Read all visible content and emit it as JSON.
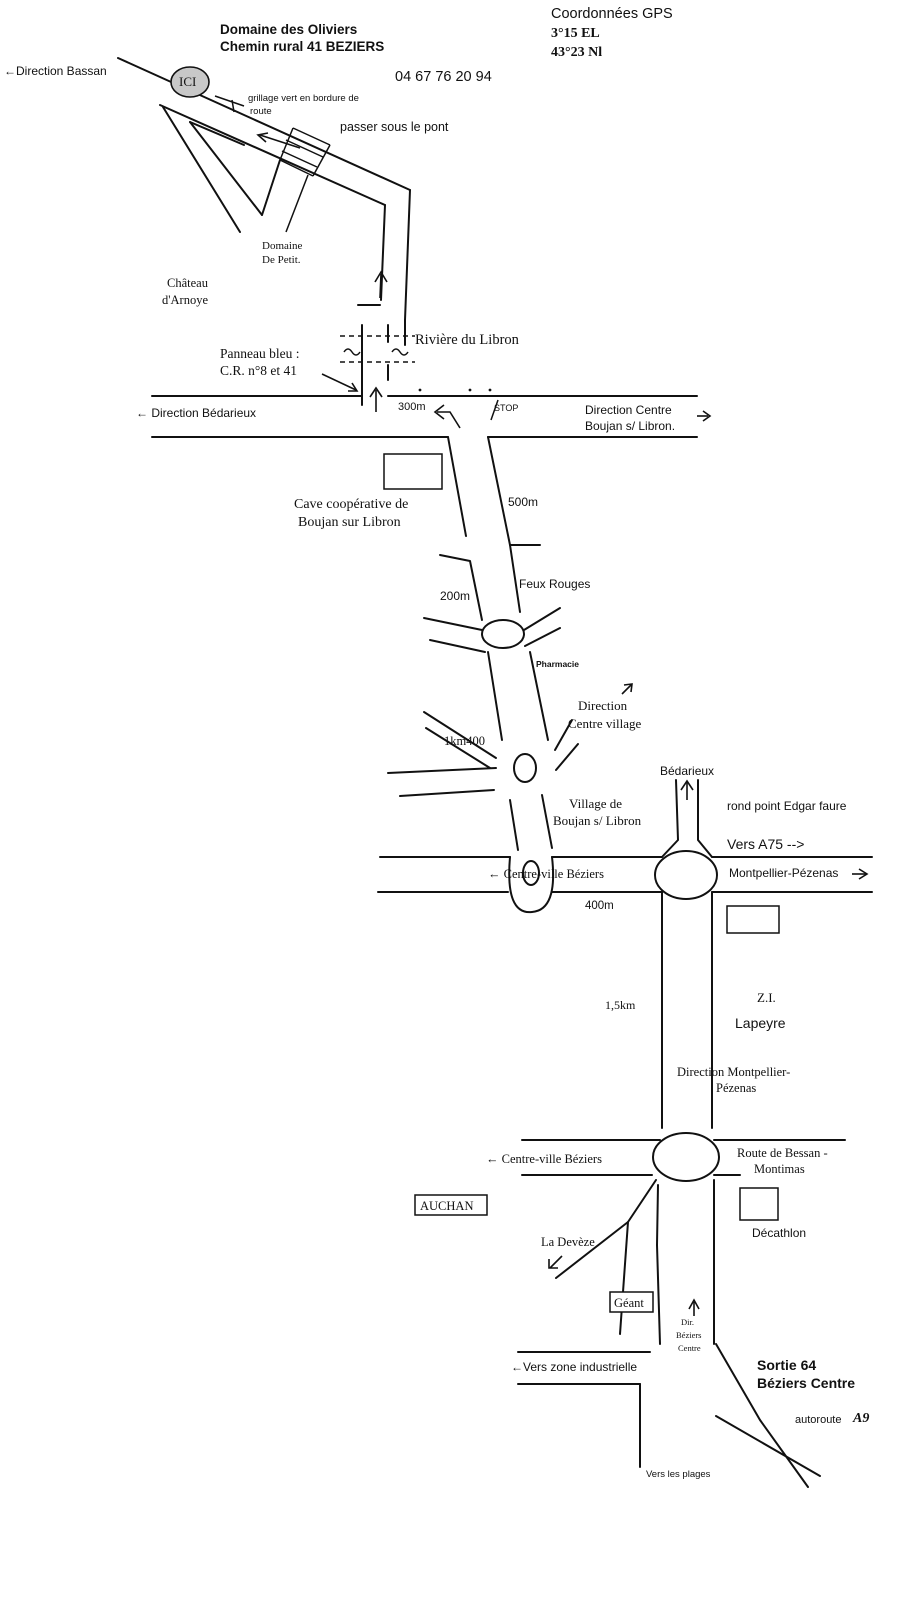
{
  "header": {
    "domain_name": "Domaine des Oliviers",
    "address": "Chemin rural 41 BEZIERS",
    "phone": "04 67 76 20 94",
    "gps_title": "Coordonnées GPS",
    "gps_east": "3°15 EL",
    "gps_north": "43°23 Nl"
  },
  "labels": {
    "direction_bassan": "←Direction Bassan",
    "ici": "ICI",
    "grillage_1": "grillage vert en bordure de",
    "grillage_2": "route",
    "passer_pont": "passer sous le pont",
    "domaine_petit_1": "Domaine",
    "domaine_petit_2": "De Petit.",
    "chateau_1": "Château",
    "chateau_2": "d'Arnoye",
    "riviere": "Rivière du Libron",
    "panneau_1": "Panneau bleu :",
    "panneau_2": "C.R. n°8 et 41",
    "direction_bedarieux": "←  Direction Bédarieux",
    "dist_300m": "300m",
    "stop": "STOP",
    "direction_centre_1": "Direction Centre",
    "direction_centre_2": "Boujan s/ Libron.",
    "cave_1": "Cave coopérative de",
    "cave_2": "Boujan sur Libron",
    "dist_500m": "500m",
    "feux_rouges": "Feux Rouges",
    "dist_200m": "200m",
    "pharmacie": "Pharmacie",
    "dir_village_1": "Direction",
    "dir_village_2": "Centre village",
    "dist_1km400": "1km400",
    "village_1": "Village de",
    "village_2": "Boujan s/ Libron",
    "bedarieux": "Bédarieux",
    "rond_point": "rond point Edgar faure",
    "vers_a75": "Vers A75 -->",
    "centre_ville_1": "←  Centre-ville Béziers",
    "montpellier_pezenas": "Montpellier-Pézenas",
    "dist_400m": "400m",
    "zi_1": "Z.I.",
    "zi_2": "Lapeyre",
    "dist_15km": "1,5km",
    "dir_montpellier_1": "Direction Montpellier-",
    "dir_montpellier_2": "Pézenas",
    "centre_ville_2": "Centre-ville Béziers",
    "route_bessan_1": "Route de Bessan -",
    "route_bessan_2": "Montimas",
    "auchan": "AUCHAN",
    "decathlon": "Décathlon",
    "la_deveze": "La Devèze",
    "geant": "Géant",
    "dir_beziers_1": "Dir.",
    "dir_beziers_2": "Béziers",
    "dir_beziers_3": "Centre",
    "vers_zone": "Vers zone industrielle",
    "sortie_1": "Sortie 64",
    "sortie_2": "Béziers Centre",
    "autoroute": "autoroute",
    "a9": "A9",
    "vers_plages": "Vers les plages"
  }
}
